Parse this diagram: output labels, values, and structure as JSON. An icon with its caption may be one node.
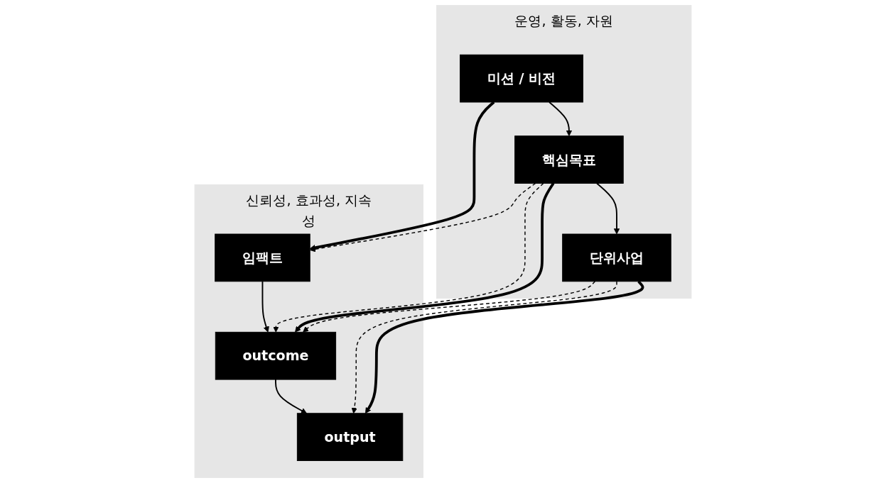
{
  "diagram": {
    "nodes": [
      {
        "text": [
          "운영, 활동, 자원"
        ]
      },
      {
        "text": [
          "미션 / 비전"
        ],
        "in": 0
      },
      {
        "text": [
          "핵심목표"
        ],
        "in": 0
      },
      {
        "text": [
          "단위사업"
        ],
        "in": 0
      },
      {
        "text": [
          "신뢰성, 효과성, 지속성"
        ]
      },
      {
        "text": [
          "임팩트"
        ],
        "in": 4
      },
      {
        "text": [
          "outcome"
        ],
        "in": 4
      },
      {
        "text": [
          "output"
        ],
        "in": 4
      }
    ],
    "edges": [
      {
        "from": 1,
        "to": 2,
        "arrow": "to"
      },
      {
        "from": 2,
        "to": 3,
        "arrow": "to"
      },
      {
        "from": 5,
        "to": 6,
        "arrow": "to"
      },
      {
        "from": 6,
        "to": 7,
        "arrow": "to"
      },
      {
        "from": 1,
        "to": 5,
        "arrow": "to",
        "style": "thick"
      },
      {
        "from": 2,
        "to": 5,
        "arrow": "to",
        "style": "dashed"
      },
      {
        "from": 2,
        "to": 6,
        "arrow": "to",
        "style": "dashed"
      },
      {
        "from": 2,
        "to": 6,
        "arrow": "to",
        "style": "thick"
      },
      {
        "from": 3,
        "to": 6,
        "arrow": "to",
        "style": "dashed"
      },
      {
        "from": 3,
        "to": 7,
        "arrow": "to",
        "style": "dashed"
      },
      {
        "from": 3,
        "to": 7,
        "arrow": "to",
        "style": "thick"
      }
    ]
  }
}
